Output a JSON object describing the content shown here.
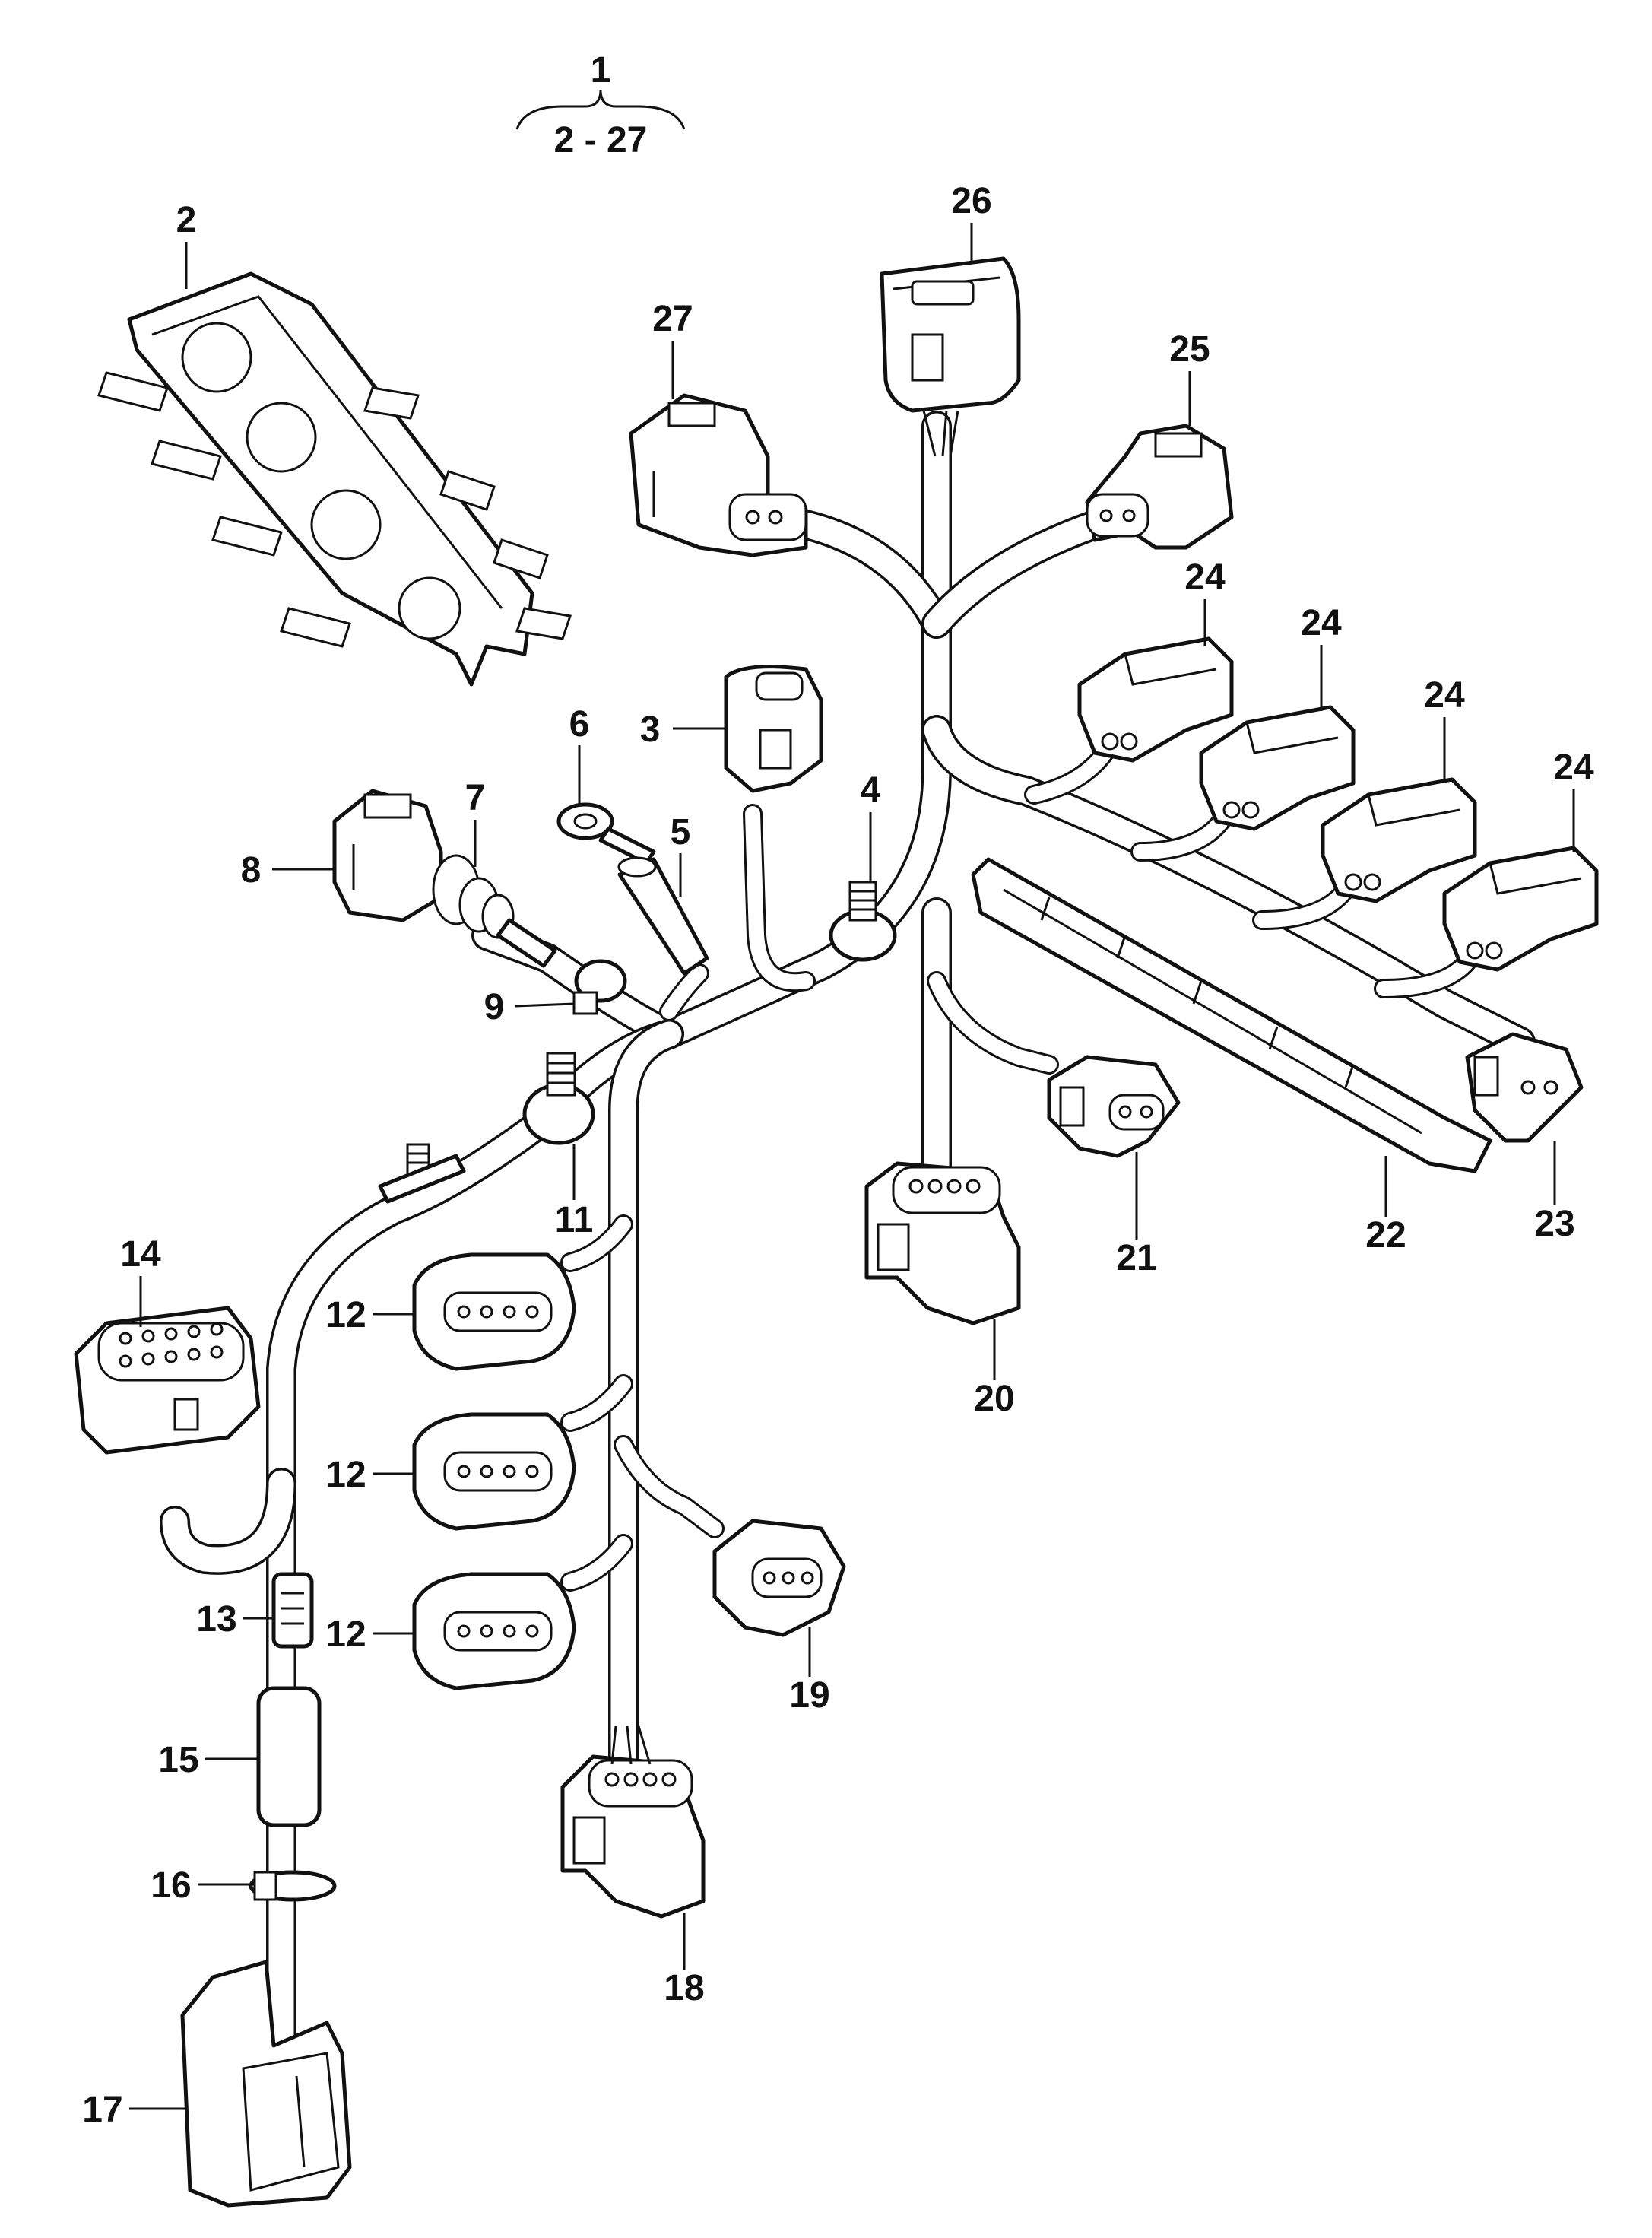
{
  "diagram": {
    "assembly": {
      "number": "1",
      "range": "2 - 27"
    },
    "callouts": [
      {
        "id": "2",
        "label": "2"
      },
      {
        "id": "3",
        "label": "3"
      },
      {
        "id": "4",
        "label": "4"
      },
      {
        "id": "5",
        "label": "5"
      },
      {
        "id": "6",
        "label": "6"
      },
      {
        "id": "7",
        "label": "7"
      },
      {
        "id": "8",
        "label": "8"
      },
      {
        "id": "9",
        "label": "9"
      },
      {
        "id": "11",
        "label": "11"
      },
      {
        "id": "12a",
        "label": "12"
      },
      {
        "id": "12b",
        "label": "12"
      },
      {
        "id": "12c",
        "label": "12"
      },
      {
        "id": "13",
        "label": "13"
      },
      {
        "id": "14",
        "label": "14"
      },
      {
        "id": "15",
        "label": "15"
      },
      {
        "id": "16",
        "label": "16"
      },
      {
        "id": "17",
        "label": "17"
      },
      {
        "id": "18",
        "label": "18"
      },
      {
        "id": "19",
        "label": "19"
      },
      {
        "id": "20",
        "label": "20"
      },
      {
        "id": "21",
        "label": "21"
      },
      {
        "id": "22",
        "label": "22"
      },
      {
        "id": "23",
        "label": "23"
      },
      {
        "id": "24a",
        "label": "24"
      },
      {
        "id": "24b",
        "label": "24"
      },
      {
        "id": "24c",
        "label": "24"
      },
      {
        "id": "24d",
        "label": "24"
      },
      {
        "id": "25",
        "label": "25"
      },
      {
        "id": "26",
        "label": "26"
      },
      {
        "id": "27",
        "label": "27"
      }
    ]
  }
}
